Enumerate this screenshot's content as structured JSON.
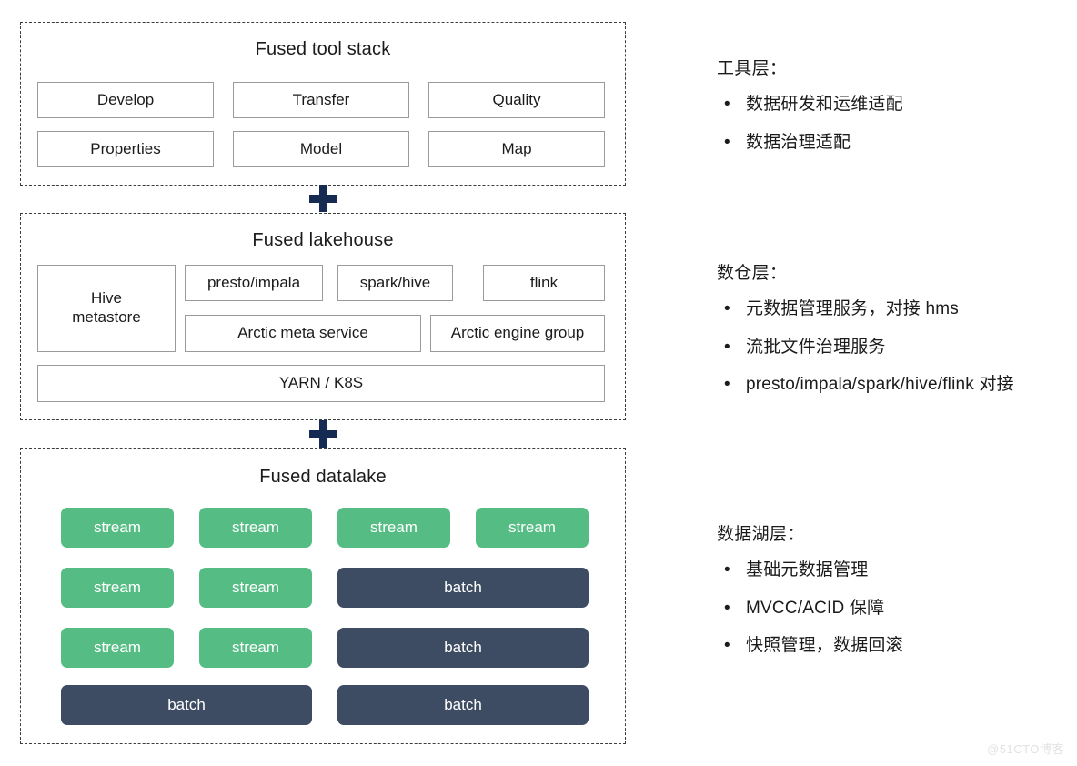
{
  "colors": {
    "stream": "#55bd83",
    "batch": "#3e4c63",
    "plus": "#152b52",
    "cell_border": "#9b9b9b",
    "layer_border": "#3d3d3d",
    "text": "#1b1b1b",
    "watermark": "#e2e2e4"
  },
  "diagram": {
    "layers": [
      {
        "id": "tools",
        "title": "Fused tool stack",
        "cells": [
          "Develop",
          "Transfer",
          "Quality",
          "Properties",
          "Model",
          "Map"
        ]
      },
      {
        "id": "lakehouse",
        "title": "Fused lakehouse",
        "cells": [
          "Hive\nmetastore",
          "presto/impala",
          "spark/hive",
          "flink",
          "Arctic meta service",
          "Arctic engine group",
          "YARN / K8S"
        ]
      },
      {
        "id": "datalake",
        "title": "Fused datalake",
        "rows": [
          [
            {
              "label": "stream",
              "kind": "stream"
            },
            {
              "label": "stream",
              "kind": "stream"
            },
            {
              "label": "stream",
              "kind": "stream"
            },
            {
              "label": "stream",
              "kind": "stream"
            }
          ],
          [
            {
              "label": "stream",
              "kind": "stream"
            },
            {
              "label": "stream",
              "kind": "stream"
            },
            {
              "label": "batch",
              "kind": "batch"
            }
          ],
          [
            {
              "label": "stream",
              "kind": "stream"
            },
            {
              "label": "stream",
              "kind": "stream"
            },
            {
              "label": "batch",
              "kind": "batch"
            }
          ],
          [
            {
              "label": "batch",
              "kind": "batch"
            },
            {
              "label": "batch",
              "kind": "batch"
            }
          ]
        ]
      }
    ],
    "connectors": [
      {
        "id": "plus-1",
        "icon": "plus-icon"
      },
      {
        "id": "plus-2",
        "icon": "plus-icon"
      }
    ]
  },
  "notes": [
    {
      "id": "tools",
      "heading": "工具层：",
      "bullet": "•",
      "items": [
        "数据研发和运维适配",
        "数据治理适配"
      ]
    },
    {
      "id": "lakehouse",
      "heading": "数仓层：",
      "bullet": "•",
      "items": [
        "元数据管理服务，对接 hms",
        "流批文件治理服务",
        "presto/impala/spark/hive/flink 对接"
      ]
    },
    {
      "id": "datalake",
      "heading": "数据湖层：",
      "bullet": "•",
      "items": [
        "基础元数据管理",
        "MVCC/ACID 保障",
        "快照管理，数据回滚"
      ]
    }
  ],
  "watermark": "@51CTO博客"
}
